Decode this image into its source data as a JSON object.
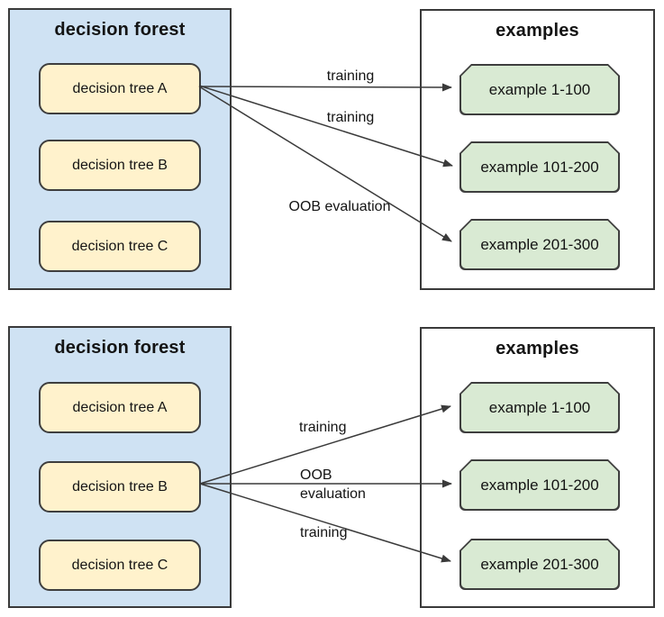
{
  "colors": {
    "forest_fill": "#cfe2f3",
    "tree_fill": "#fff2cc",
    "example_fill": "#d9ead3",
    "box_border": "#3a3a3a",
    "arrow_stroke": "#3a3a3a",
    "text": "#141414"
  },
  "diagrams": [
    {
      "id": "top",
      "forest": {
        "title": "decision forest",
        "trees": [
          {
            "label": "decision tree A"
          },
          {
            "label": "decision tree B"
          },
          {
            "label": "decision tree C"
          }
        ]
      },
      "examples": {
        "title": "examples",
        "items": [
          {
            "label": "example 1-100"
          },
          {
            "label": "example 101-200"
          },
          {
            "label": "example 201-300"
          }
        ]
      },
      "arrows": [
        {
          "from": "decision tree A",
          "to": "example 1-100",
          "label": "training"
        },
        {
          "from": "decision tree A",
          "to": "example 101-200",
          "label": "training"
        },
        {
          "from": "decision tree A",
          "to": "example 201-300",
          "label": "OOB evaluation"
        }
      ]
    },
    {
      "id": "bottom",
      "forest": {
        "title": "decision forest",
        "trees": [
          {
            "label": "decision tree A"
          },
          {
            "label": "decision tree B"
          },
          {
            "label": "decision tree C"
          }
        ]
      },
      "examples": {
        "title": "examples",
        "items": [
          {
            "label": "example 1-100"
          },
          {
            "label": "example 101-200"
          },
          {
            "label": "example 201-300"
          }
        ]
      },
      "arrows": [
        {
          "from": "decision tree B",
          "to": "example 1-100",
          "label": "training"
        },
        {
          "from": "decision tree B",
          "to": "example 101-200",
          "label": "OOB evaluation"
        },
        {
          "from": "decision tree B",
          "to": "example 201-300",
          "label": "training"
        }
      ]
    }
  ]
}
